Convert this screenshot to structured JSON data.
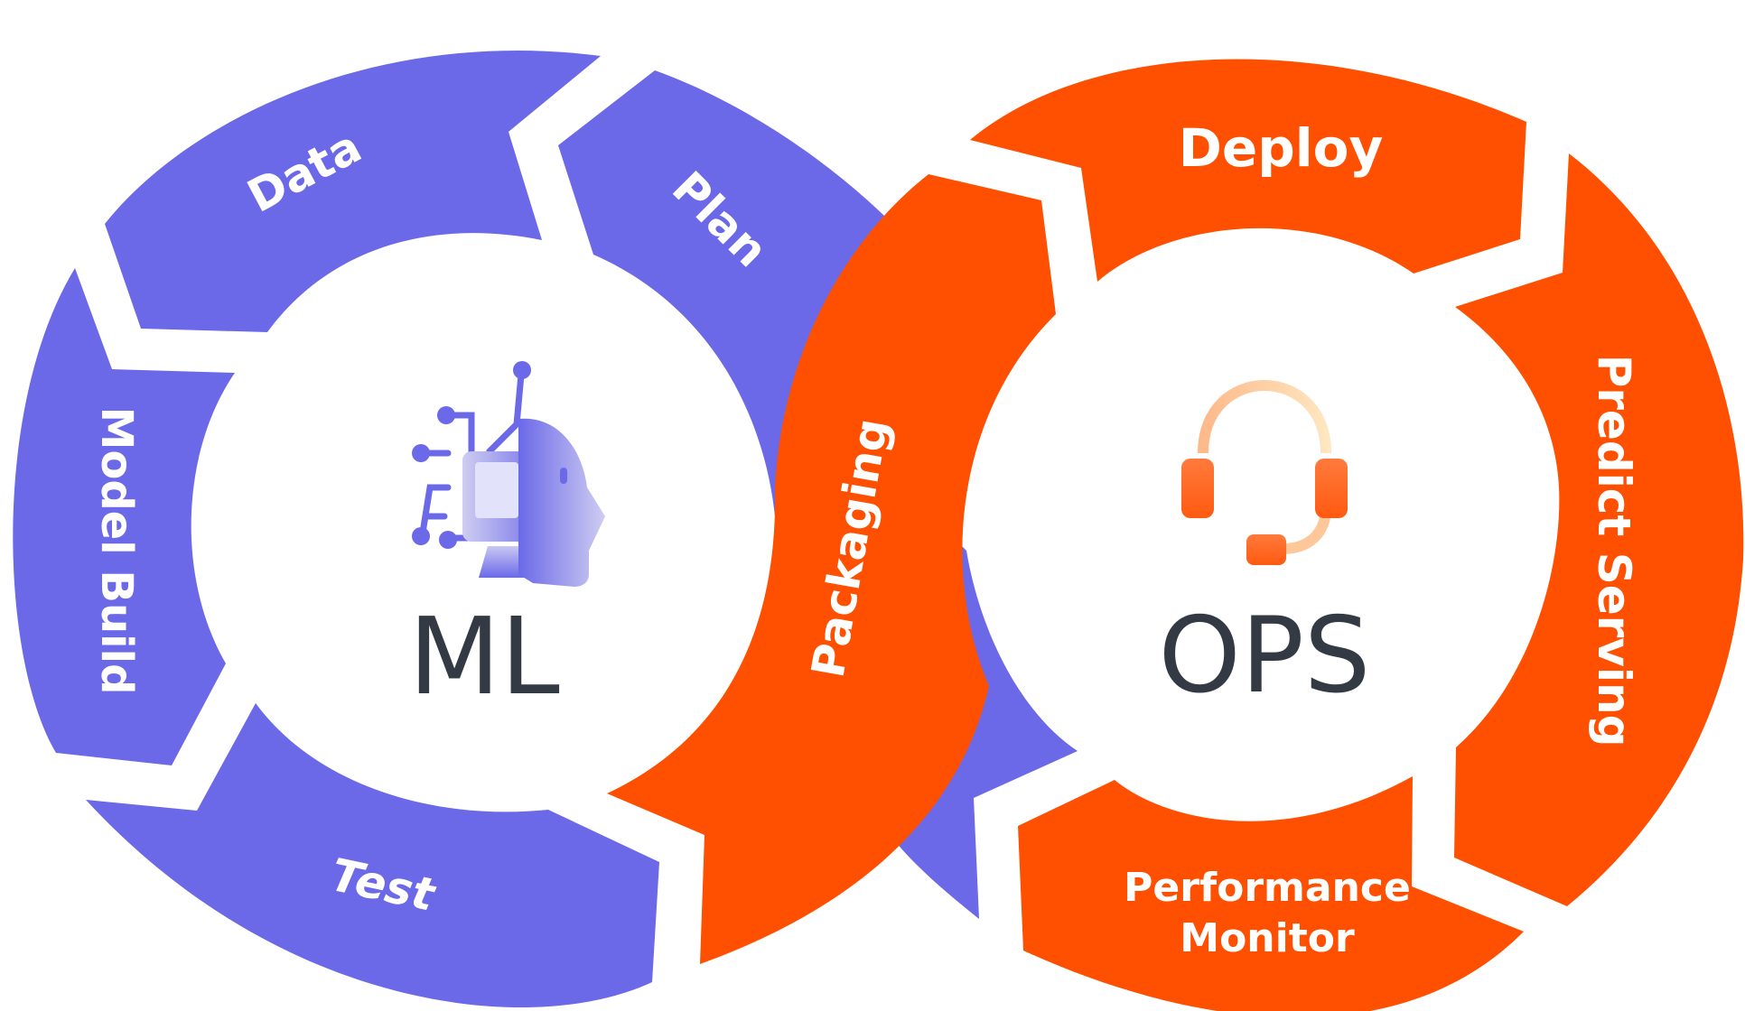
{
  "colors": {
    "ml": "#6b69e8",
    "ops": "#fe5000",
    "center_text": "#343a44",
    "background": "#ffffff"
  },
  "ml_cycle": {
    "title": "ML",
    "icon": "ai-head-circuit-icon",
    "segments": [
      {
        "id": "data",
        "label": "Data"
      },
      {
        "id": "plan",
        "label": "Plan"
      },
      {
        "id": "model-build",
        "label": "Model Build"
      },
      {
        "id": "test",
        "label": "Test"
      }
    ]
  },
  "ops_cycle": {
    "title": "OPS",
    "icon": "headset-icon",
    "segments": [
      {
        "id": "packaging",
        "label": "Packaging"
      },
      {
        "id": "deploy",
        "label": "Deploy"
      },
      {
        "id": "predict-serving",
        "label": "Predict Serving"
      },
      {
        "id": "performance-monitor",
        "label_line1": "Performance",
        "label_line2": "Monitor"
      }
    ]
  }
}
